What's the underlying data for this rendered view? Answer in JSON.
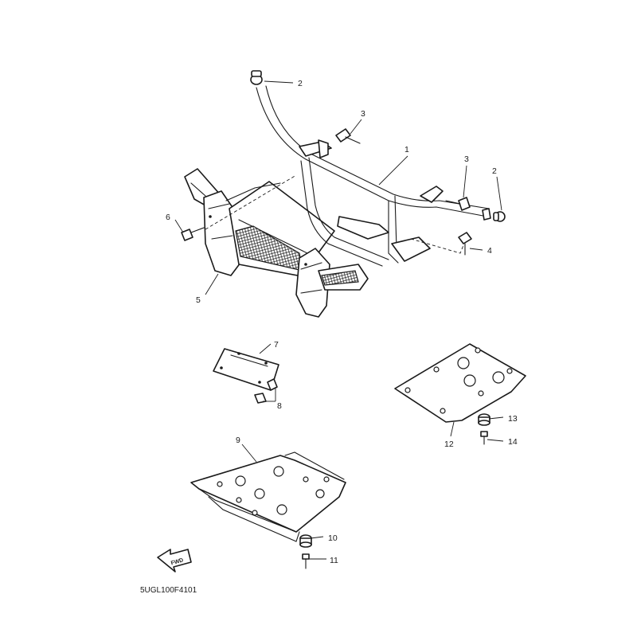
{
  "diagram_code": "5UGL100F4101",
  "fwd_label": "FWD",
  "callouts": {
    "c1": "1",
    "c2a": "2",
    "c2b": "2",
    "c3a": "3",
    "c3b": "3",
    "c4": "4",
    "c5": "5",
    "c6": "6",
    "c7": "7",
    "c8": "8",
    "c9": "9",
    "c10": "10",
    "c11": "11",
    "c12": "12",
    "c13": "13",
    "c14": "14"
  },
  "colors": {
    "ink": "#1a1a1a",
    "background": "#ffffff"
  }
}
